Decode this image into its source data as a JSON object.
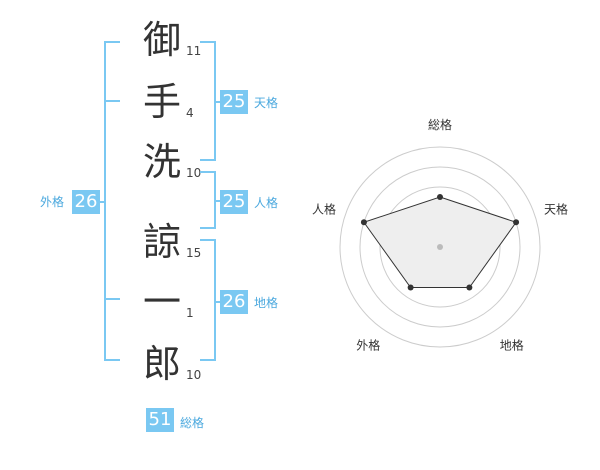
{
  "name": {
    "characters": [
      {
        "char": "御",
        "strokes": "11"
      },
      {
        "char": "手",
        "strokes": "4"
      },
      {
        "char": "洗",
        "strokes": "10"
      },
      {
        "char": "諒",
        "strokes": "15"
      },
      {
        "char": "一",
        "strokes": "1"
      },
      {
        "char": "郎",
        "strokes": "10"
      }
    ]
  },
  "kakusu": {
    "tenkaku": {
      "value": "25",
      "label": "天格"
    },
    "jinkaku": {
      "value": "25",
      "label": "人格"
    },
    "chikaku": {
      "value": "26",
      "label": "地格"
    },
    "gaikaku": {
      "value": "26",
      "label": "外格"
    },
    "soukaku": {
      "value": "51",
      "label": "総格"
    }
  },
  "radar": {
    "axes": [
      {
        "label": "総格",
        "level": 0.5
      },
      {
        "label": "天格",
        "level": 0.8
      },
      {
        "label": "地格",
        "level": 0.5
      },
      {
        "label": "外格",
        "level": 0.5
      },
      {
        "label": "人格",
        "level": 0.8
      }
    ]
  },
  "colors": {
    "accent": "#7ac8f2",
    "accent_text": "#4aa8de",
    "ring": "#cccccc",
    "polygon_fill": "#eeeeee",
    "polygon_stroke": "#333333",
    "center_dot": "#bbbbbb"
  }
}
